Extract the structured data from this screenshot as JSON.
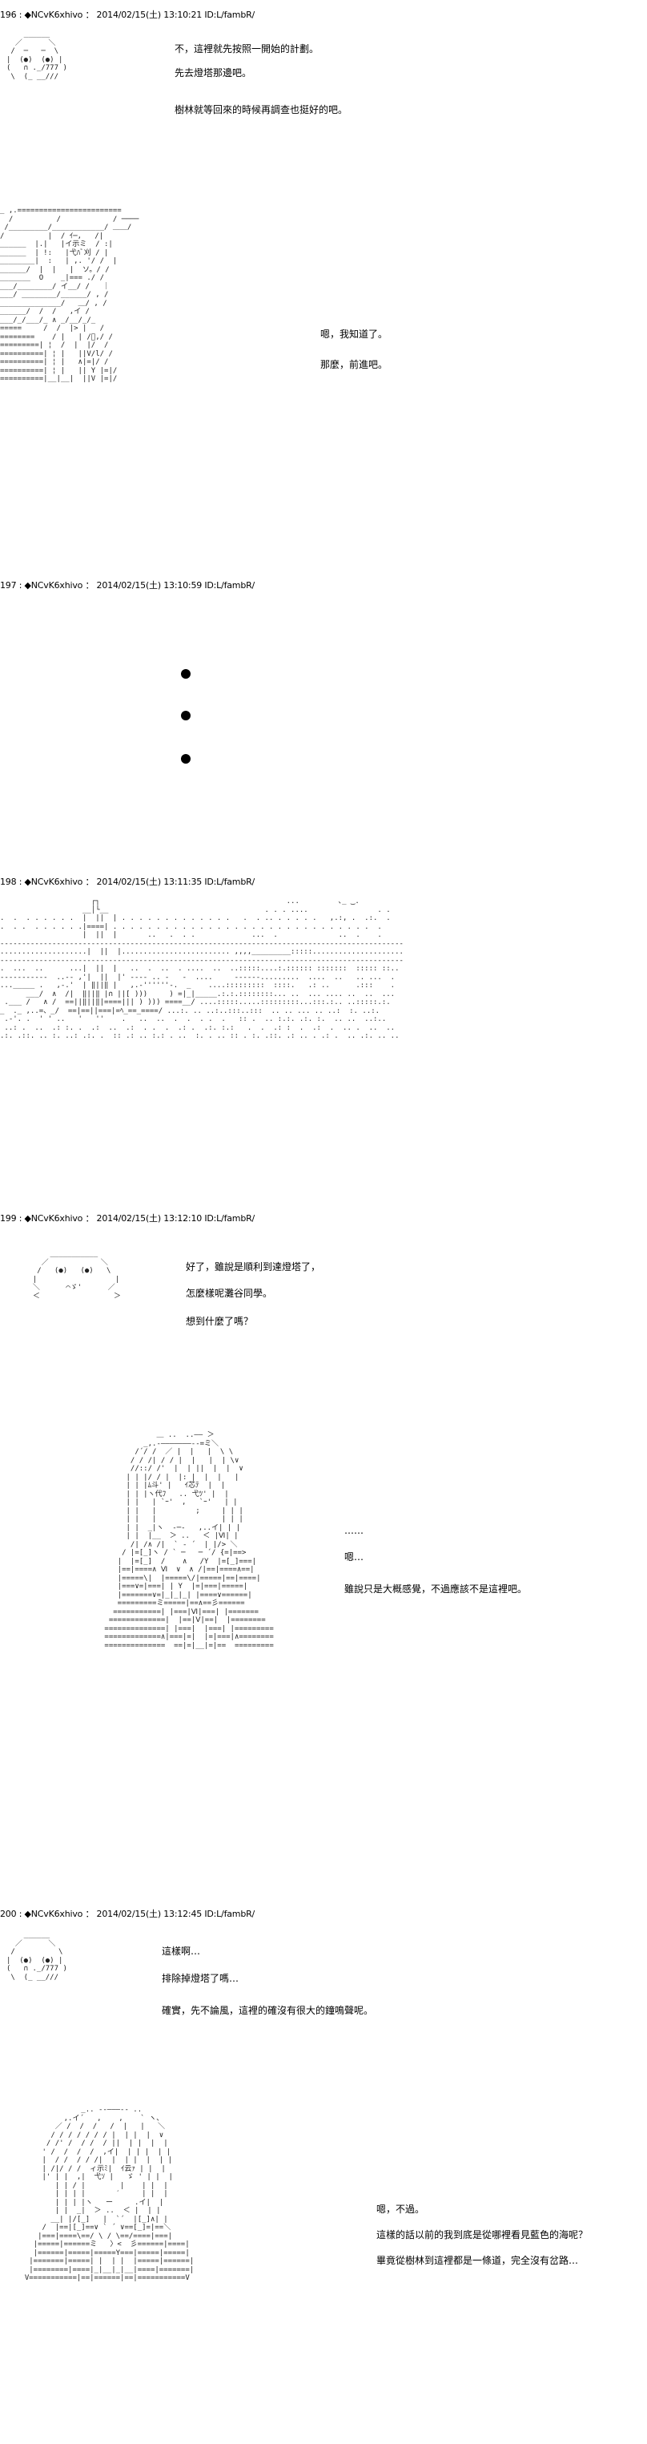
{
  "posts": [
    {
      "header": "196 : ◆NCvK6xhivo ： 2014/02/15(土) 13:10:21 ID:L/fambR/",
      "lines": [
        "不，這裡就先按照一開始的計劃。",
        "先去燈塔那邊吧。",
        "樹林就等回來的時候再調查也挺好的吧。"
      ],
      "panel_lines": [
        "嗯，我知道了。",
        "那麼，前進吧。"
      ]
    },
    {
      "header": "197 : ◆NCvK6xhivo ： 2014/02/15(土) 13:10:59 ID:L/fambR/"
    },
    {
      "header": "198 : ◆NCvK6xhivo ： 2014/02/15(土) 13:11:35 ID:L/fambR/"
    },
    {
      "header": "199 : ◆NCvK6xhivo ： 2014/02/15(土) 13:12:10 ID:L/fambR/",
      "lines": [
        "好了，雖說是順利到達燈塔了，",
        "怎麼樣呢灘谷同學。",
        "想到什麼了嗎？"
      ],
      "panel_lines": [
        "……",
        "嗯…",
        "雖說只是大概感覺，不過應該不是這裡吧。"
      ]
    },
    {
      "header": "200 : ◆NCvK6xhivo ： 2014/02/15(土) 13:12:45 ID:L/fambR/",
      "lines": [
        "這樣啊…",
        "排除掉燈塔了嗎…",
        "確實，先不論風，這裡的確沒有很大的鐘鳴聲呢。"
      ],
      "panel_lines": [
        "嗯，不過。",
        "這樣的話以前的我到底是從哪裡看見藍色的海呢？",
        "畢竟從樹林到這裡都是一條道，完全沒有岔路…"
      ]
    }
  ]
}
